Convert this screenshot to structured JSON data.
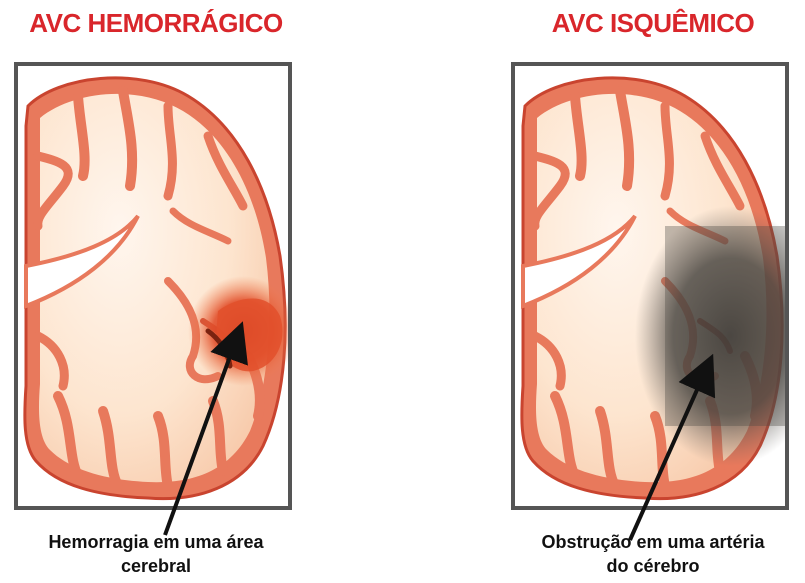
{
  "left_panel": {
    "title": "AVC HEMORRÁGICO",
    "caption_line1": "Hemorragia em uma área",
    "caption_line2": "cerebral"
  },
  "right_panel": {
    "title": "AVC ISQUÊMICO",
    "caption_line1": "Obstrução em uma artéria",
    "caption_line2": "do cérebro"
  },
  "colors": {
    "title": "#d9262b",
    "brain_fill": "#fde7d4",
    "cortex": "#e8795c",
    "cortex_dark": "#c9442f",
    "hemorrhage": "#e2502c",
    "ischemia_shadow": "#4a4743",
    "frame": "#555555",
    "arrow": "#111111"
  },
  "icons": [
    "brain-section-illustration",
    "arrow-pointer"
  ]
}
